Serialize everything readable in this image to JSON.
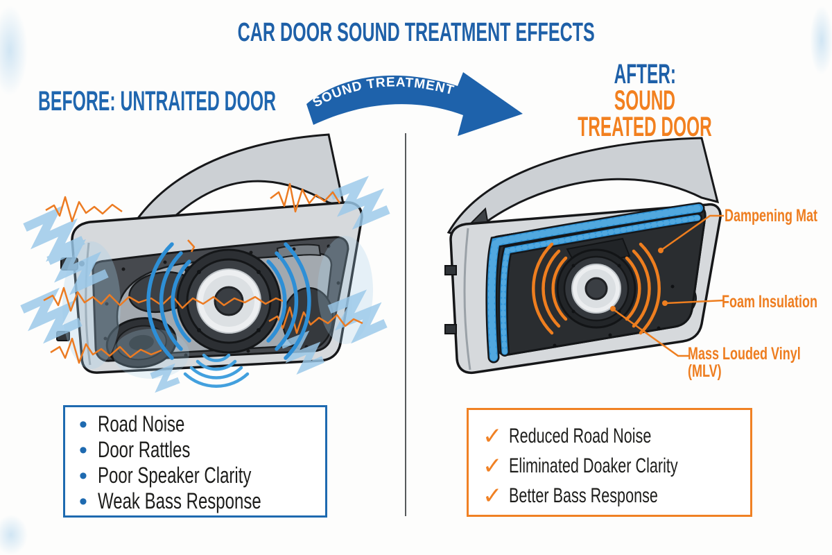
{
  "title": "CAR DOOR SOUND TREATMENT EFFECTS",
  "arrow": {
    "label": "SOUND TREATMENT"
  },
  "before": {
    "heading": "BEFORE: UNTRAITED DOOR",
    "issues": [
      "Road Noise",
      "Door Rattles",
      "Poor Speaker Clarity",
      "Weak Bass Response"
    ]
  },
  "after": {
    "heading_line1": "AFTER:",
    "heading_line2": "SOUND TREATED DOOR",
    "annotations": {
      "dampening_mat": "Dampening Mat",
      "foam_insulation": "Foam Insulation",
      "mlv_line1": "Mass Louded Vinyl",
      "mlv_line2": "(MLV)"
    },
    "benefits": [
      "Reduced Road Noise",
      "Eliminated Doaker Clarity",
      "Better Bass Response"
    ]
  },
  "icons": {
    "bullet": "•",
    "check": "✓"
  },
  "colors": {
    "heading_blue": "#1e60a8",
    "accent_orange": "#f2801f",
    "box_blue_border": "#1e6ab0",
    "box_orange_border": "#f08124",
    "sound_wave_blue": "#2e8fd6",
    "noise_orange": "#ec7b22",
    "rattle_blue": "#9ac8e9",
    "arrow_banner_blue": "#1e62ab",
    "text_dark": "#1d1d1b"
  }
}
